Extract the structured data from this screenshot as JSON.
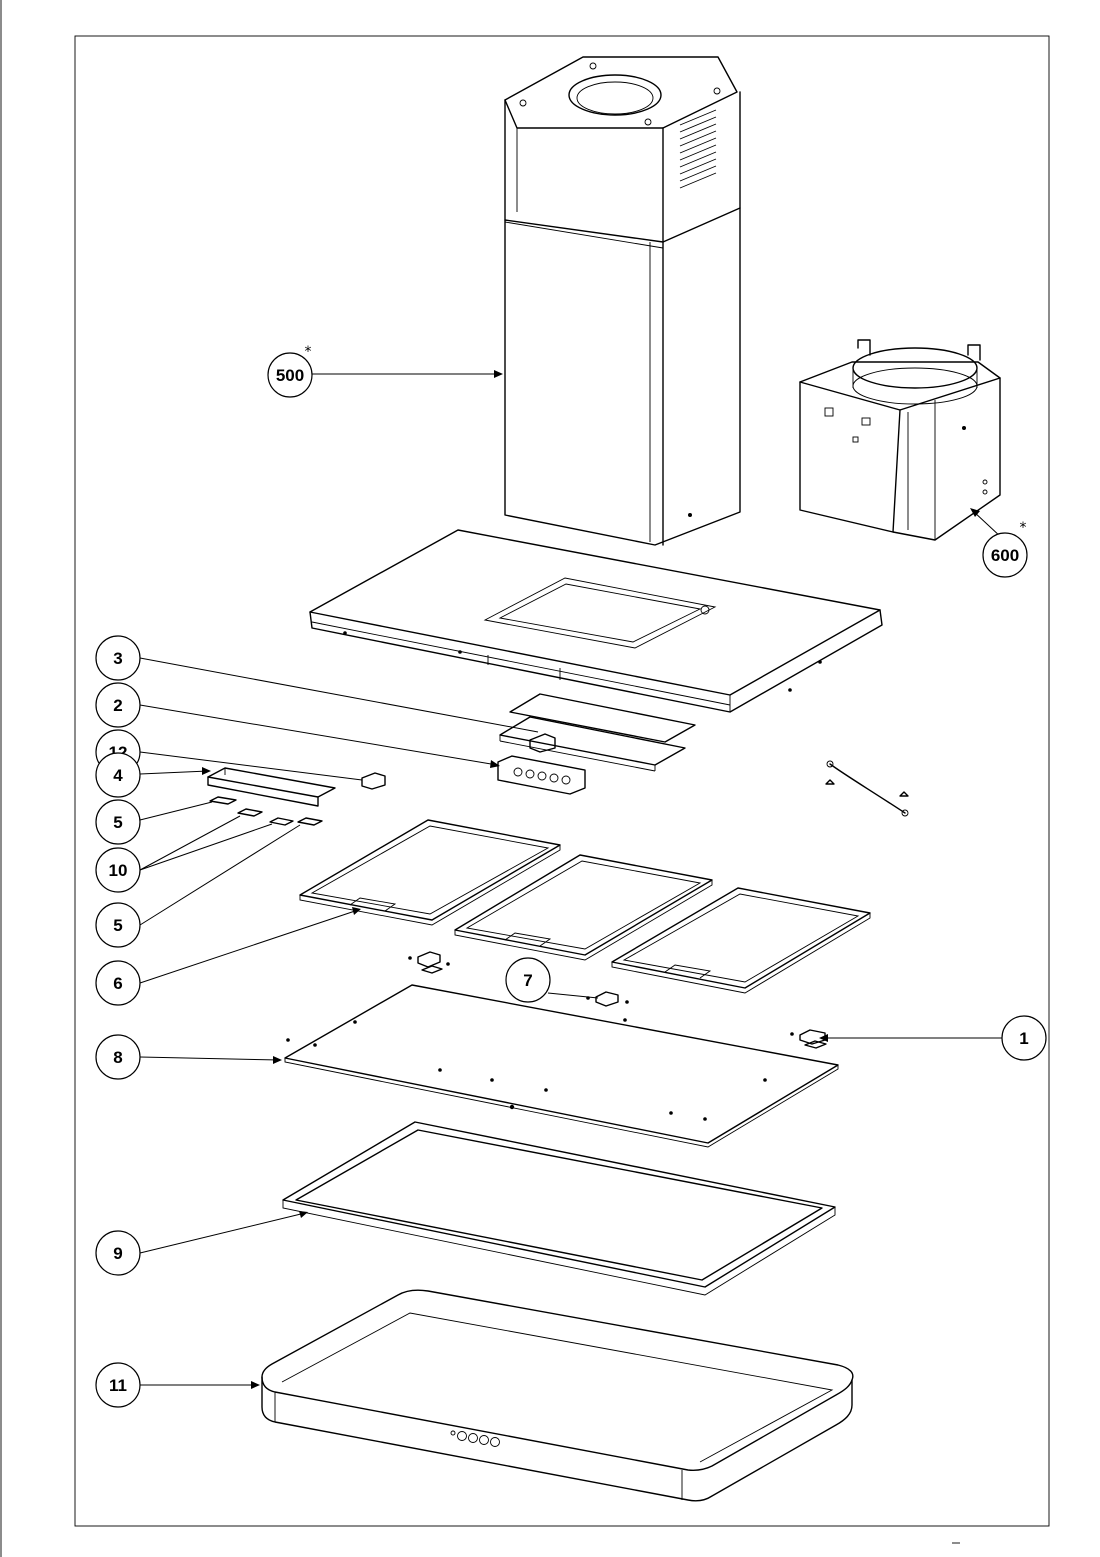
{
  "drawing": {
    "callouts": [
      {
        "id": "c500",
        "label": "500",
        "star": "*"
      },
      {
        "id": "c600",
        "label": "600",
        "star": "*"
      },
      {
        "id": "c3",
        "label": "3",
        "star": ""
      },
      {
        "id": "c2",
        "label": "2",
        "star": ""
      },
      {
        "id": "c12",
        "label": "12",
        "star": ""
      },
      {
        "id": "c4",
        "label": "4",
        "star": ""
      },
      {
        "id": "c5a",
        "label": "5",
        "star": ""
      },
      {
        "id": "c10",
        "label": "10",
        "star": ""
      },
      {
        "id": "c5b",
        "label": "5",
        "star": ""
      },
      {
        "id": "c6",
        "label": "6",
        "star": ""
      },
      {
        "id": "c7",
        "label": "7",
        "star": ""
      },
      {
        "id": "c1",
        "label": "1",
        "star": ""
      },
      {
        "id": "c8",
        "label": "8",
        "star": ""
      },
      {
        "id": "c9",
        "label": "9",
        "star": ""
      },
      {
        "id": "c11",
        "label": "11",
        "star": ""
      }
    ]
  }
}
